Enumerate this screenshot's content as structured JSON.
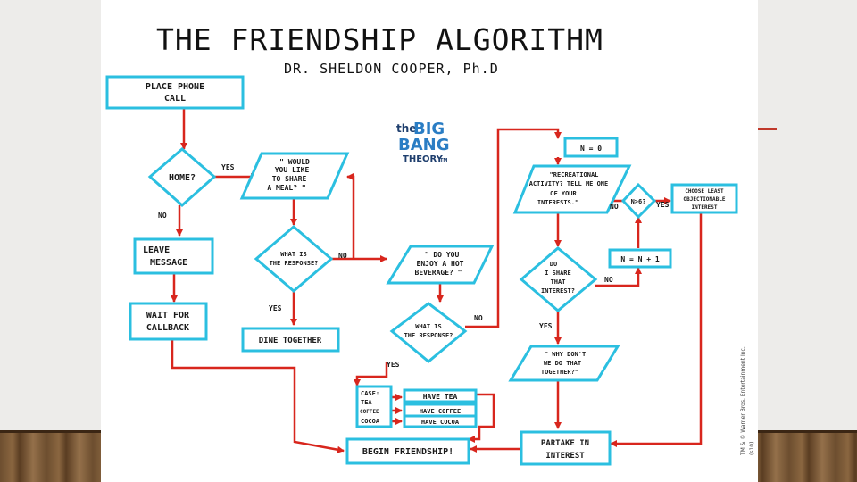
{
  "title": "THE FRIENDSHIP ALGORITHM",
  "author": "DR. SHELDON COOPER, Ph.D",
  "logo": {
    "the": "the",
    "big": "BIG",
    "bang": "BANG",
    "theory": "THEORY",
    "tm": "TM"
  },
  "nodes": {
    "place_phone_call": [
      "PLACE PHONE",
      "CALL"
    ],
    "home": "HOME?",
    "leave_message": [
      "LEAVE",
      "MESSAGE"
    ],
    "wait_for_callback": [
      "WAIT FOR",
      "CALLBACK"
    ],
    "share_meal": [
      "\" WOULD",
      "YOU LIKE",
      "TO SHARE",
      "A MEAL? \""
    ],
    "response_1": [
      "WHAT IS",
      "THE RESPONSE?"
    ],
    "dine_together": "DINE TOGETHER",
    "hot_beverage": [
      "\" DO YOU",
      "ENJOY A HOT",
      "BEVERAGE? \""
    ],
    "response_2": [
      "WHAT IS",
      "THE RESPONSE?"
    ],
    "case_box": [
      "CASE:",
      "TEA",
      "COFFEE",
      "COCOA"
    ],
    "have_tea": "HAVE TEA",
    "have_coffee": "HAVE COFFEE",
    "have_cocoa": "HAVE COCOA",
    "begin_friendship": "BEGIN FRIENDSHIP!",
    "n_equals_0": "N = 0",
    "recreational": [
      "\"RECREATIONAL",
      "ACTIVITY? TELL ME ONE",
      "OF YOUR",
      "INTERESTS.\""
    ],
    "n_gt_6": "N>6?",
    "choose_least": [
      "CHOOSE LEAST",
      "OBJECTIONABLE",
      "INTEREST"
    ],
    "n_increment": "N = N + 1",
    "do_i_share": [
      "DO",
      "I SHARE",
      "THAT",
      "INTEREST?"
    ],
    "why_dont_we": [
      "\" WHY DON'T",
      "WE DO THAT",
      "TOGETHER?\""
    ],
    "partake": [
      "PARTAKE IN",
      "INTEREST"
    ]
  },
  "edge_labels": {
    "home_yes": "YES",
    "home_no": "NO",
    "resp1_no": "NO",
    "resp1_yes": "YES",
    "resp2_no": "NO",
    "resp2_yes": "YES",
    "share_no": "NO",
    "share_yes": "YES",
    "n6_no": "NO",
    "n6_yes": "YES"
  },
  "copyright": "TM & © Warner Bros. Entertainment Inc.",
  "copyright_code": "(s10)",
  "colors": {
    "box_stroke": "#2bbfe0",
    "arrow": "#d8261d",
    "accent": "#c0392b"
  }
}
